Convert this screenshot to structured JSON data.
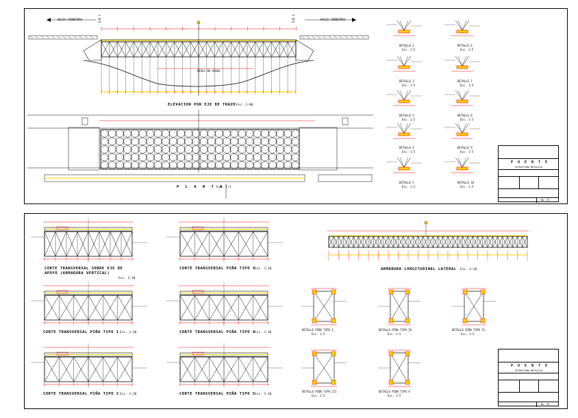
{
  "upper_sheet": {
    "elevation_caption": "ELEVACION POR EJE DE TRAZO",
    "elevation_scale": "Esc. 1:00",
    "plan_caption": "P L A N T A",
    "plan_scale": "Esc. 1:5",
    "left_direction": "HACIA CARRETERA",
    "right_direction": "HACIA CARRETERA",
    "left_axis_tag": "EJE 1",
    "right_axis_tag": "EJE 2",
    "water_level": "NIVEL DE AGUAS",
    "details": [
      {
        "title": "DETALLE 1",
        "scale": "Esc. 1:5"
      },
      {
        "title": "DETALLE 2",
        "scale": "Esc. 1:5"
      },
      {
        "title": "DETALLE 3",
        "scale": "Esc. 1:5"
      },
      {
        "title": "DETALLE 4",
        "scale": "Esc. 1:5"
      },
      {
        "title": "DETALLE 5",
        "scale": "Esc. 1:5"
      },
      {
        "title": "DETALLE 6",
        "scale": "Esc. 1:5"
      },
      {
        "title": "DETALLE 7",
        "scale": "Esc. 1:5"
      },
      {
        "title": "DETALLE 8",
        "scale": "Esc. 1:5"
      },
      {
        "title": "DETALLE 9",
        "scale": "Esc. 1:5"
      },
      {
        "title": "DETALLE 10",
        "scale": "Esc. 1:5"
      }
    ],
    "title_block": {
      "title": "P U E N T E",
      "subtitle": "ESTRUCTURA METALICA",
      "sheet": "No. 01"
    }
  },
  "lower_sheet": {
    "sections": [
      {
        "title": "CORTE TRANSVERSAL SOBRE EJE DE APOYO (ARMADURA VERTICAL)",
        "scale": "Esc. 1:10"
      },
      {
        "title": "CORTE TRANSVERSAL PIÑA TIPO 3",
        "scale": "Esc. 1:10"
      },
      {
        "title": "CORTE TRANSVERSAL PIÑA TIPO 1",
        "scale": "Esc. 1:10"
      },
      {
        "title": "CORTE TRANSVERSAL PIÑA TIPO 4",
        "scale": "Esc. 1:10"
      },
      {
        "title": "CORTE TRANSVERSAL PIÑA TIPO 2",
        "scale": "Esc. 1:10"
      },
      {
        "title": "CORTE TRANSVERSAL PIÑA TIPO 5",
        "scale": "Esc. 1:10"
      }
    ],
    "longitudinal_caption": "ARMADURA LONGITUDINAL LATERAL",
    "longitudinal_scale": "Esc. 1:10",
    "pina_details": [
      {
        "title": "DETALLE PIÑA TIPO I",
        "scale": "Esc. 1:5"
      },
      {
        "title": "DETALLE PIÑA TIPO IV",
        "scale": "Esc. 1:5"
      },
      {
        "title": "DETALLE PIÑA TIPO II",
        "scale": "Esc. 1:5"
      },
      {
        "title": "DETALLE PIÑA TIPO III",
        "scale": "Esc. 1:5"
      },
      {
        "title": "DETALLE PIÑA TIPO V",
        "scale": "Esc. 1:5"
      }
    ],
    "title_block": {
      "title": "P U E N T E",
      "subtitle": "ESTRUCTURA METALICA",
      "sheet": "No. 02"
    }
  },
  "colors": {
    "line": "#000000",
    "dimension": "#ff0000",
    "accent": "#ffd200",
    "structure": "#000000"
  }
}
